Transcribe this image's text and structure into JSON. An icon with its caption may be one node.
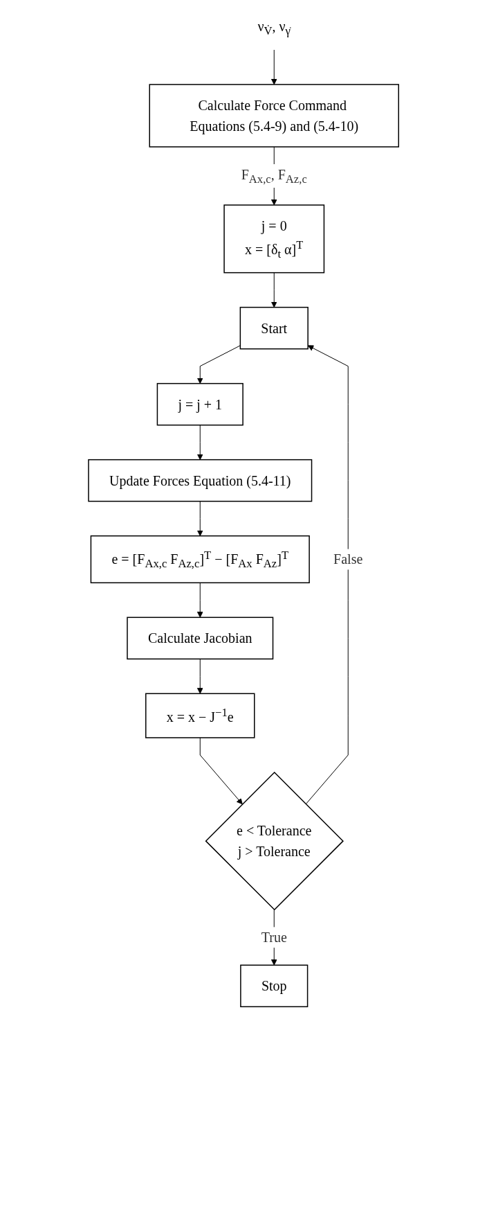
{
  "diagram": {
    "nodes": [
      {
        "text": [
          "ν$_{V̇}$, ν$_{γ̇}$"
        ]
      },
      {
        "text": [
          "Calculate Force Command Equations (5.4-9) and (5.4-10)"
        ]
      },
      {
        "text": [
          "j = 0",
          "x = [δ$_{t}$ α]$^{T}$"
        ]
      },
      {
        "text": [
          "Start"
        ]
      },
      {
        "text": [
          "j = j + 1"
        ]
      },
      {
        "text": [
          "Update Forces Equation (5.4-11)"
        ]
      },
      {
        "text": [
          "e = [F$_{Ax,c}$ F$_{Az,c}$]$^{T}$ − [F$_{Ax}$ F$_{Az}$]$^{T}$"
        ]
      },
      {
        "text": [
          "Calculate Jacobian"
        ]
      },
      {
        "text": [
          "x = x − J$^{−1}$e"
        ]
      },
      {
        "text": [
          "e < Tolerance",
          "j > Tolerance"
        ]
      },
      {
        "text": [
          "Stop"
        ]
      }
    ],
    "edges": [
      {
        "from": 0,
        "to": 1,
        "arrow": "to"
      },
      {
        "from": 1,
        "to": 2,
        "arrow": "to",
        "label": "F$_{Ax,c}$, F$_{Az,c}$"
      },
      {
        "from": 2,
        "to": 3,
        "arrow": "to"
      },
      {
        "from": 3,
        "to": 4,
        "arrow": "to"
      },
      {
        "from": 4,
        "to": 5,
        "arrow": "to"
      },
      {
        "from": 5,
        "to": 6,
        "arrow": "to"
      },
      {
        "from": 6,
        "to": 7,
        "arrow": "to"
      },
      {
        "from": 7,
        "to": 8,
        "arrow": "to"
      },
      {
        "from": 8,
        "to": 9,
        "arrow": "to"
      },
      {
        "from": 9,
        "to": 3,
        "arrow": "to",
        "label": "False"
      },
      {
        "from": 9,
        "to": 10,
        "arrow": "to",
        "label": "True"
      }
    ]
  }
}
